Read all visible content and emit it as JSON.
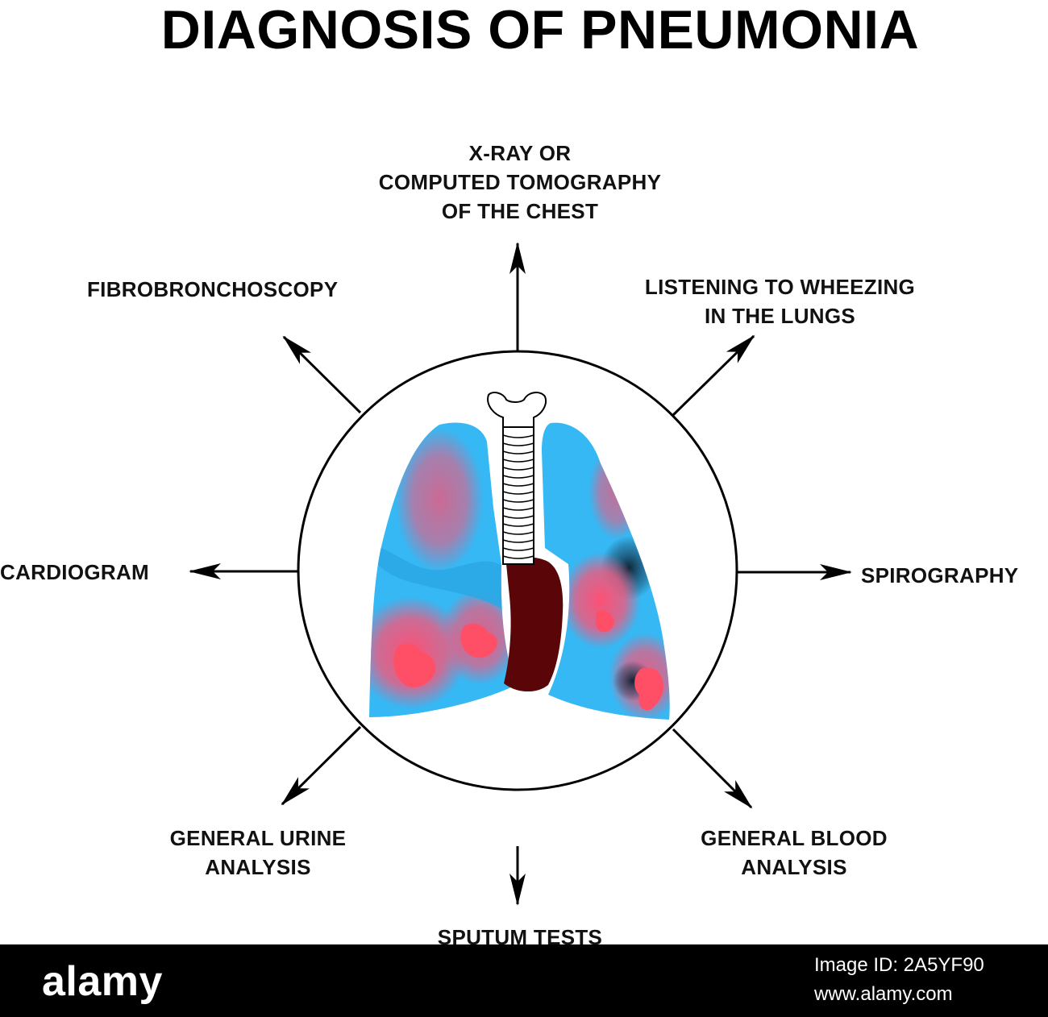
{
  "title": "DIAGNOSIS OF PNEUMONIA",
  "labels": {
    "top": [
      "X-RAY OR",
      "COMPUTED TOMOGRAPHY",
      "OF THE CHEST"
    ],
    "top_left": [
      "FIBROBRONCHOSCOPY"
    ],
    "top_right": [
      "LISTENING TO WHEEZING",
      "IN THE LUNGS"
    ],
    "left": [
      "CARDIOGRAM"
    ],
    "right": [
      "SPIROGRAPHY"
    ],
    "bottom_left": [
      "GENERAL URINE",
      "ANALYSIS"
    ],
    "bottom_right": [
      "GENERAL BLOOD",
      "ANALYSIS"
    ],
    "bottom": [
      "SPUTUM TESTS"
    ]
  },
  "colors": {
    "lung": "#35b8f4",
    "inflammation": "#f05a7e",
    "heart": "#5a0608",
    "outline": "#000000"
  },
  "icons": [
    "lungs-illustration-icon",
    "trachea-icon",
    "heart-icon",
    "arrow-icon"
  ],
  "footer": {
    "logo": "alamy",
    "image_id": "Image ID: 2A5YF90",
    "url": "www.alamy.com"
  }
}
